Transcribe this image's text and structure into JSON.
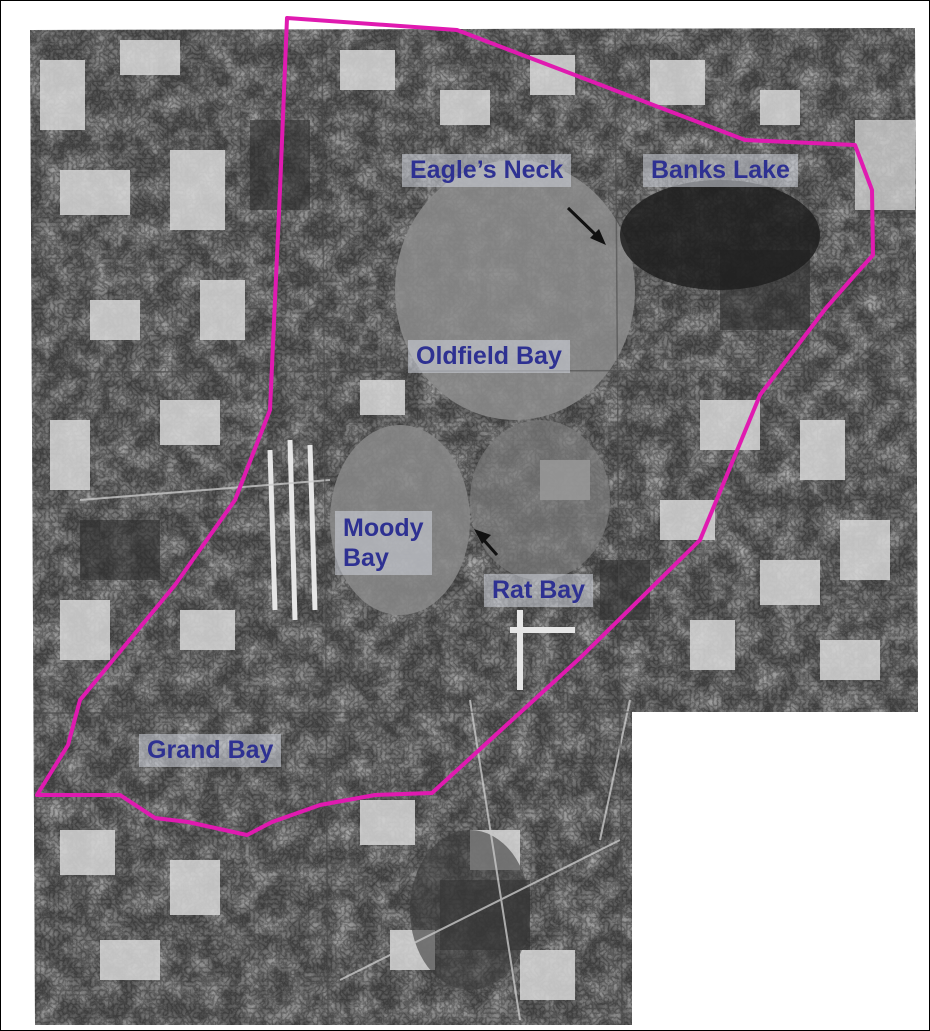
{
  "map": {
    "boundary_color": "#e01ab0",
    "label_color": "#2e3192",
    "arrow_color": "#111111",
    "labels": {
      "eagles_neck": "Eagle’s Neck",
      "banks_lake": "Banks Lake",
      "oldfield_bay": "Oldfield Bay",
      "moody_bay_line1": "Moody",
      "moody_bay_line2": "Bay",
      "rat_bay": "Rat Bay",
      "grand_bay": "Grand Bay"
    }
  }
}
